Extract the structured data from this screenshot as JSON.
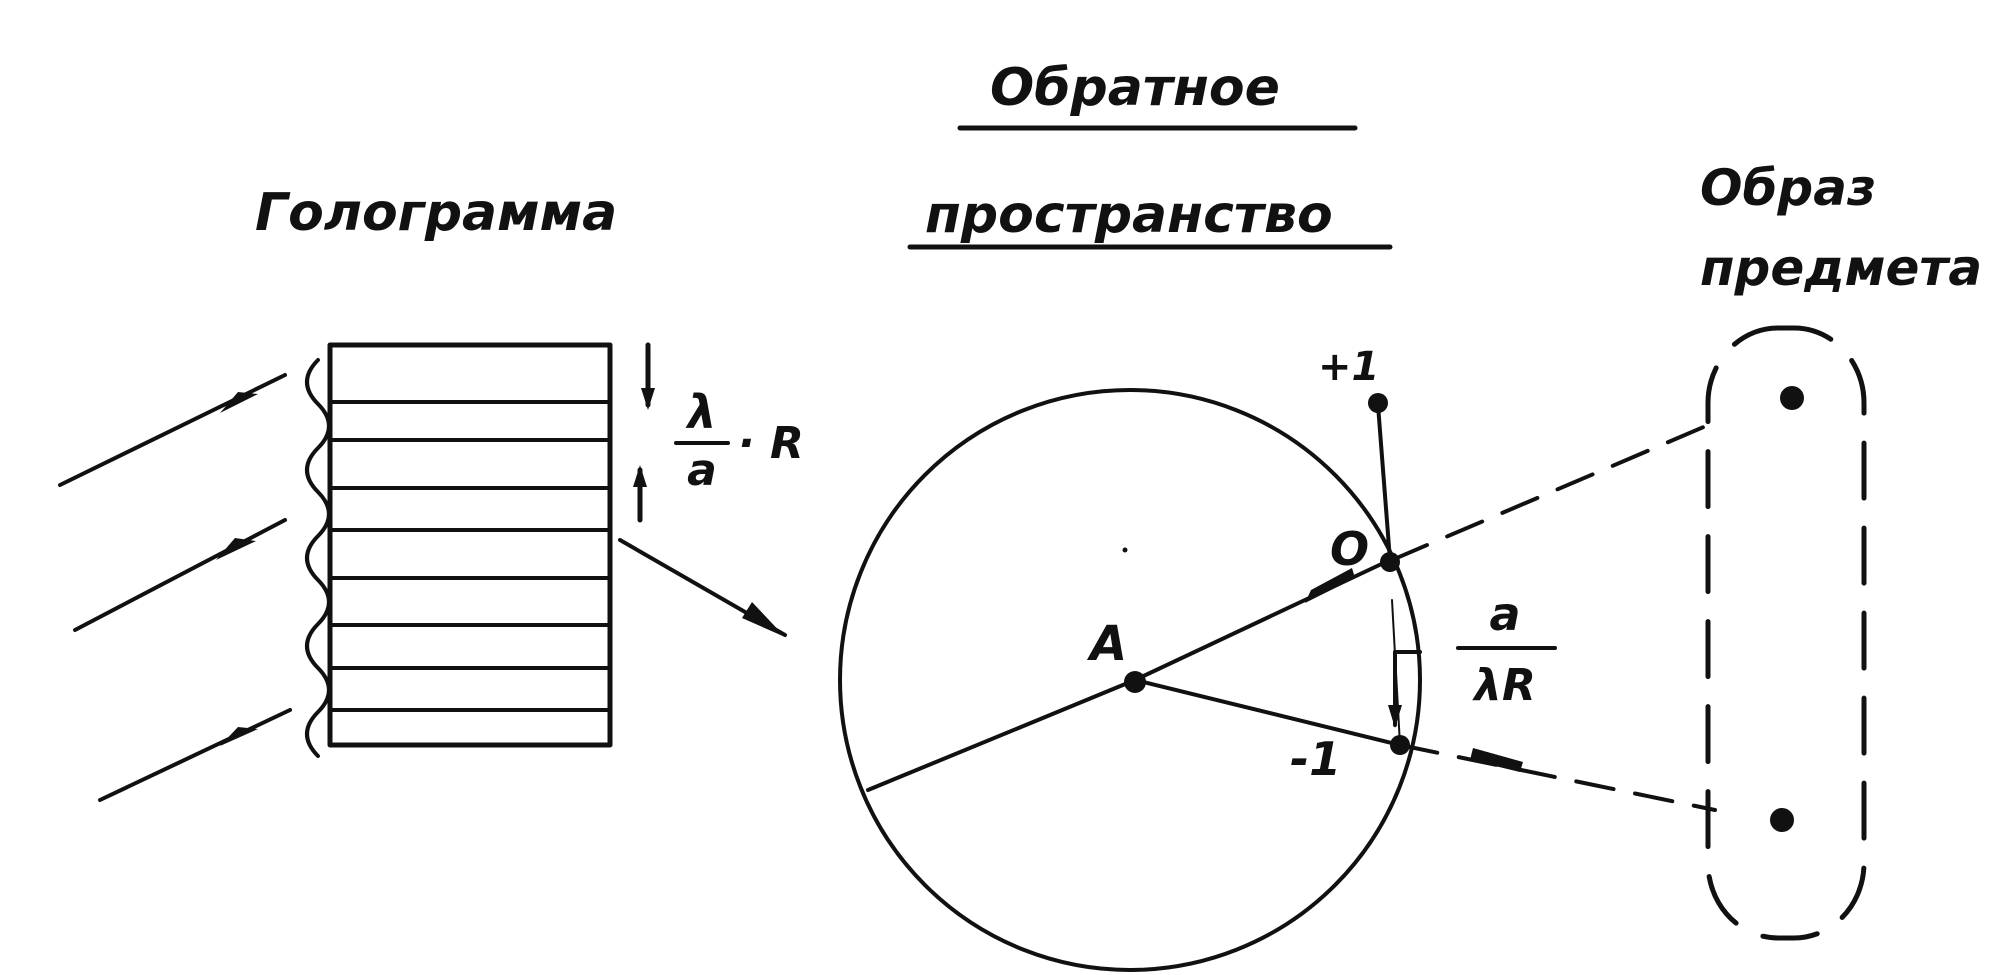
{
  "labels": {
    "hologram": "Голограмма",
    "reciprocal_line1": "Обратное",
    "reciprocal_line2": "пространство",
    "object_image_line1": "Образ",
    "object_image_line2": "предмета"
  },
  "formula_spacing": {
    "numerator": "λ",
    "denominator": "a",
    "factor": "· R"
  },
  "formula_reciprocal": {
    "numerator": "a",
    "denominator": "λR"
  },
  "points": {
    "center": "A",
    "origin": "O",
    "plus_one": "+1",
    "minus_one": "-1"
  },
  "colors": {
    "ink": "#111111",
    "paper": "#ffffff"
  }
}
